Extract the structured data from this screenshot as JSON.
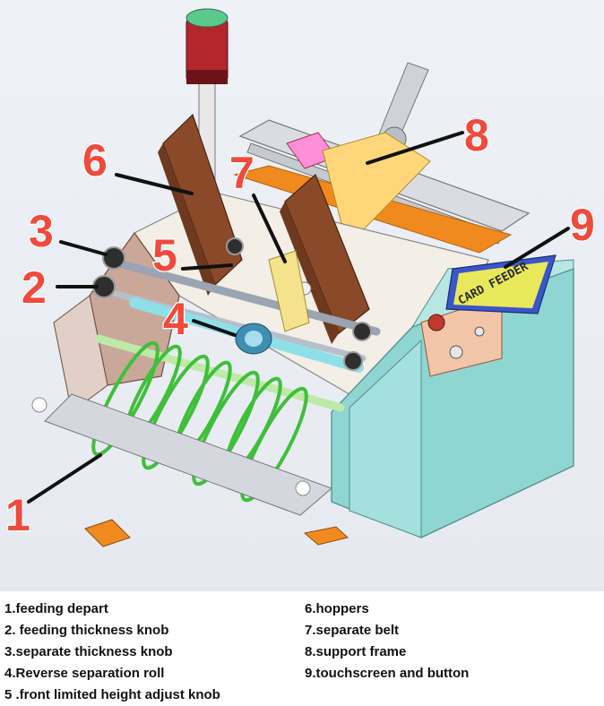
{
  "callouts": [
    {
      "id": 1,
      "label": "1"
    },
    {
      "id": 2,
      "label": "2"
    },
    {
      "id": 3,
      "label": "3"
    },
    {
      "id": 4,
      "label": "4"
    },
    {
      "id": 5,
      "label": "5"
    },
    {
      "id": 6,
      "label": "6"
    },
    {
      "id": 7,
      "label": "7"
    },
    {
      "id": 8,
      "label": "8"
    },
    {
      "id": 9,
      "label": "9"
    }
  ],
  "machine": {
    "screen_text": "CARD FEEDER"
  },
  "legend": {
    "left": [
      "1.feeding depart",
      "2. feeding thickness knob",
      "3.separate thickness knob",
      "4.Reverse separation roll",
      "5 .front limited height adjust knob"
    ],
    "right": [
      "6.hoppers",
      "7.separate belt",
      "8.support frame",
      "9.touchscreen and button"
    ]
  },
  "colors": {
    "callout": "#ef4a3c",
    "belt": "#3fbf3a",
    "hopper": "#8a4a2a",
    "orange_plate": "#f08a1e",
    "cabinet": "#8fd6d3",
    "screen": "#e9e85a"
  }
}
